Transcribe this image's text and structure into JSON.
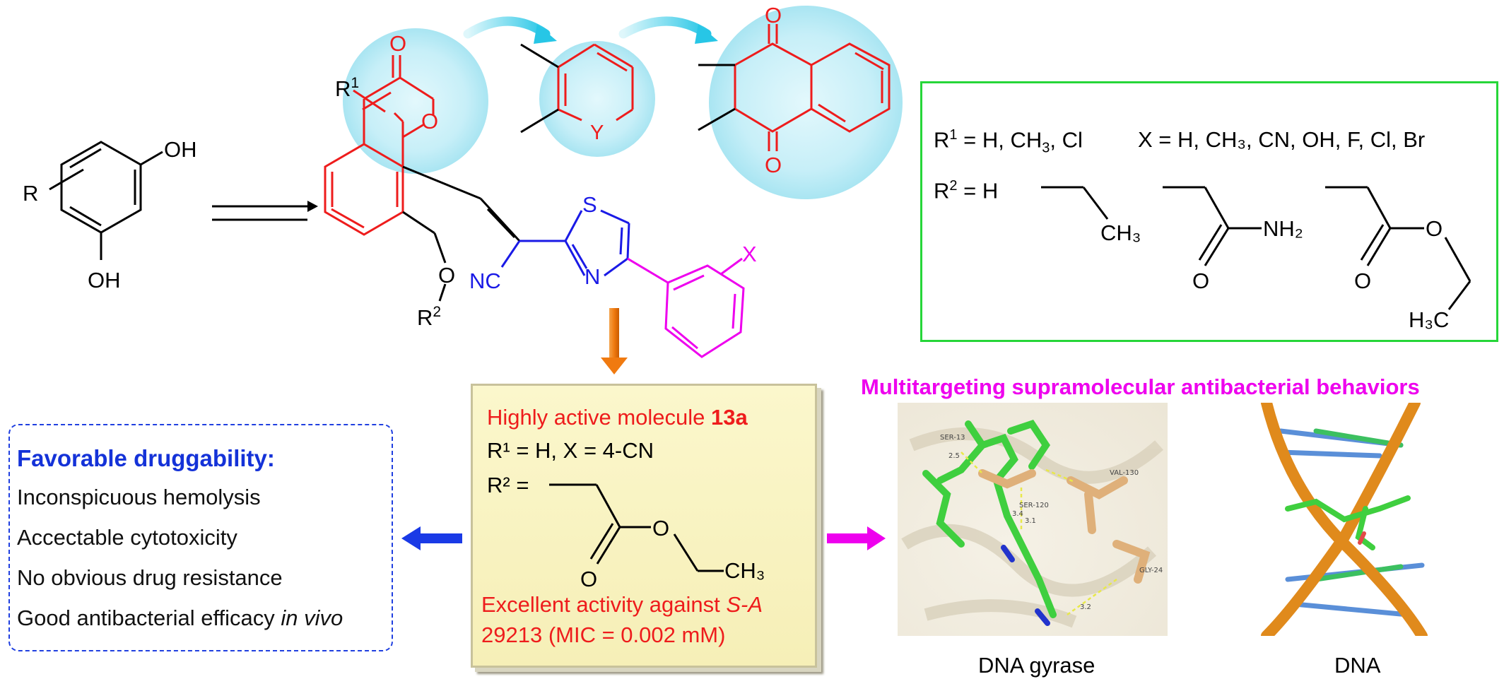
{
  "scheme": {
    "start_labels": {
      "r": "R",
      "oh_top": "OH",
      "oh_bottom": "OH"
    },
    "core_labels": {
      "r1": "R",
      "r1_sup": "1",
      "carbonyl_o": "O",
      "ring_o": "O",
      "ether_o": "O",
      "r2": "R",
      "r2_sup": "2",
      "nitrile": "NC",
      "thiazole_s": "S",
      "thiazole_n": "N",
      "x": "X"
    },
    "pyridine_label": "Y",
    "quinone_labels": {
      "o_top": "O",
      "o_bottom": "O"
    }
  },
  "substituents": {
    "r1_line": {
      "r": "R",
      "sup": "1",
      "text": " = H, CH",
      "sub3": "3",
      "tail": ", Cl"
    },
    "x_line": "X = H, CH₃, CN, OH, F,  Cl, Br",
    "r2_line": {
      "r": "R",
      "sup": "2",
      "text": " = H"
    },
    "ethyl_label": "CH₃",
    "amide_o": "O",
    "amide_nh2": "NH₂",
    "ester_o_double": "O",
    "ester_o_single": "O",
    "ester_h3c": "H₃C"
  },
  "hit": {
    "title_prefix": "Highly active molecule ",
    "title_bold": "13a",
    "r1x_line": "R¹ = H, X = 4-CN",
    "r2_prefix": "R² =",
    "ester_o_double": "O",
    "ester_o_single": "O",
    "ester_ch3": "CH₃",
    "activity_line1_prefix": "Excellent activity against ",
    "activity_line1_italic": "S-A",
    "activity_line2": "29213 (MIC = 0.002 mM)"
  },
  "druggability": {
    "title": "Favorable druggability:",
    "items": [
      {
        "text": "Inconspicuous hemolysis",
        "italic": ""
      },
      {
        "text": "Accectable cytotoxicity",
        "italic": ""
      },
      {
        "text": "No obvious drug resistance",
        "italic": ""
      },
      {
        "text": "Good antibacterial efficacy ",
        "italic": "in vivo"
      }
    ]
  },
  "targets": {
    "heading": "Multitargeting supramolecular antibacterial behaviors",
    "gyrase_caption": "DNA gyrase",
    "dna_caption": "DNA",
    "residues": [
      "SER-13",
      "VAL-130",
      "SER-120",
      "GLY-24"
    ],
    "distances": [
      "2.5",
      "3.1",
      "3.4",
      "3.2"
    ]
  },
  "colors": {
    "red": "#ee1c1c",
    "blue": "#1a1ae6",
    "magenta": "#ee00ee",
    "orange": "#f07a10",
    "green": "#26d639",
    "cyan": "#bfeef7"
  }
}
